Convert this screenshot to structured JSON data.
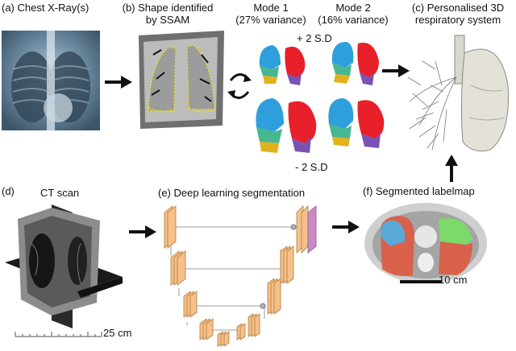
{
  "panels": {
    "a": {
      "label": "(a) Chest X-Ray(s)"
    },
    "b": {
      "label_line1": "(b) Shape identified",
      "label_line2": "by SSAM"
    },
    "modes": {
      "mode1_line1": "Mode 1",
      "mode1_line2": "(27% variance)",
      "mode2_line1": "Mode 2",
      "mode2_line2": "(16% variance)",
      "plus": "+ 2 S.D",
      "minus": "- 2 S.D"
    },
    "c": {
      "label_line1": "(c) Personalised 3D",
      "label_line2": "respiratory system"
    },
    "d": {
      "tag": "(d)",
      "title": "CT scan",
      "scale": "25 cm"
    },
    "e": {
      "label": "(e) Deep learning segmentation"
    },
    "f": {
      "label": "(f) Segmented labelmap",
      "scale": "10 cm"
    }
  },
  "colors": {
    "lung_right_upper": "#2e9fdc",
    "lung_right_middle": "#46b78f",
    "lung_right_lower": "#e2b21c",
    "lung_left_upper": "#e8202a",
    "lung_left_lower": "#7a52b3",
    "unet_block": "#f6c08a",
    "unet_output": "#c98bc4",
    "seg_red": "#d9614b",
    "seg_blue": "#5aa8d8",
    "seg_green": "#7cd96a",
    "xray_bg": "#4c6a83"
  }
}
